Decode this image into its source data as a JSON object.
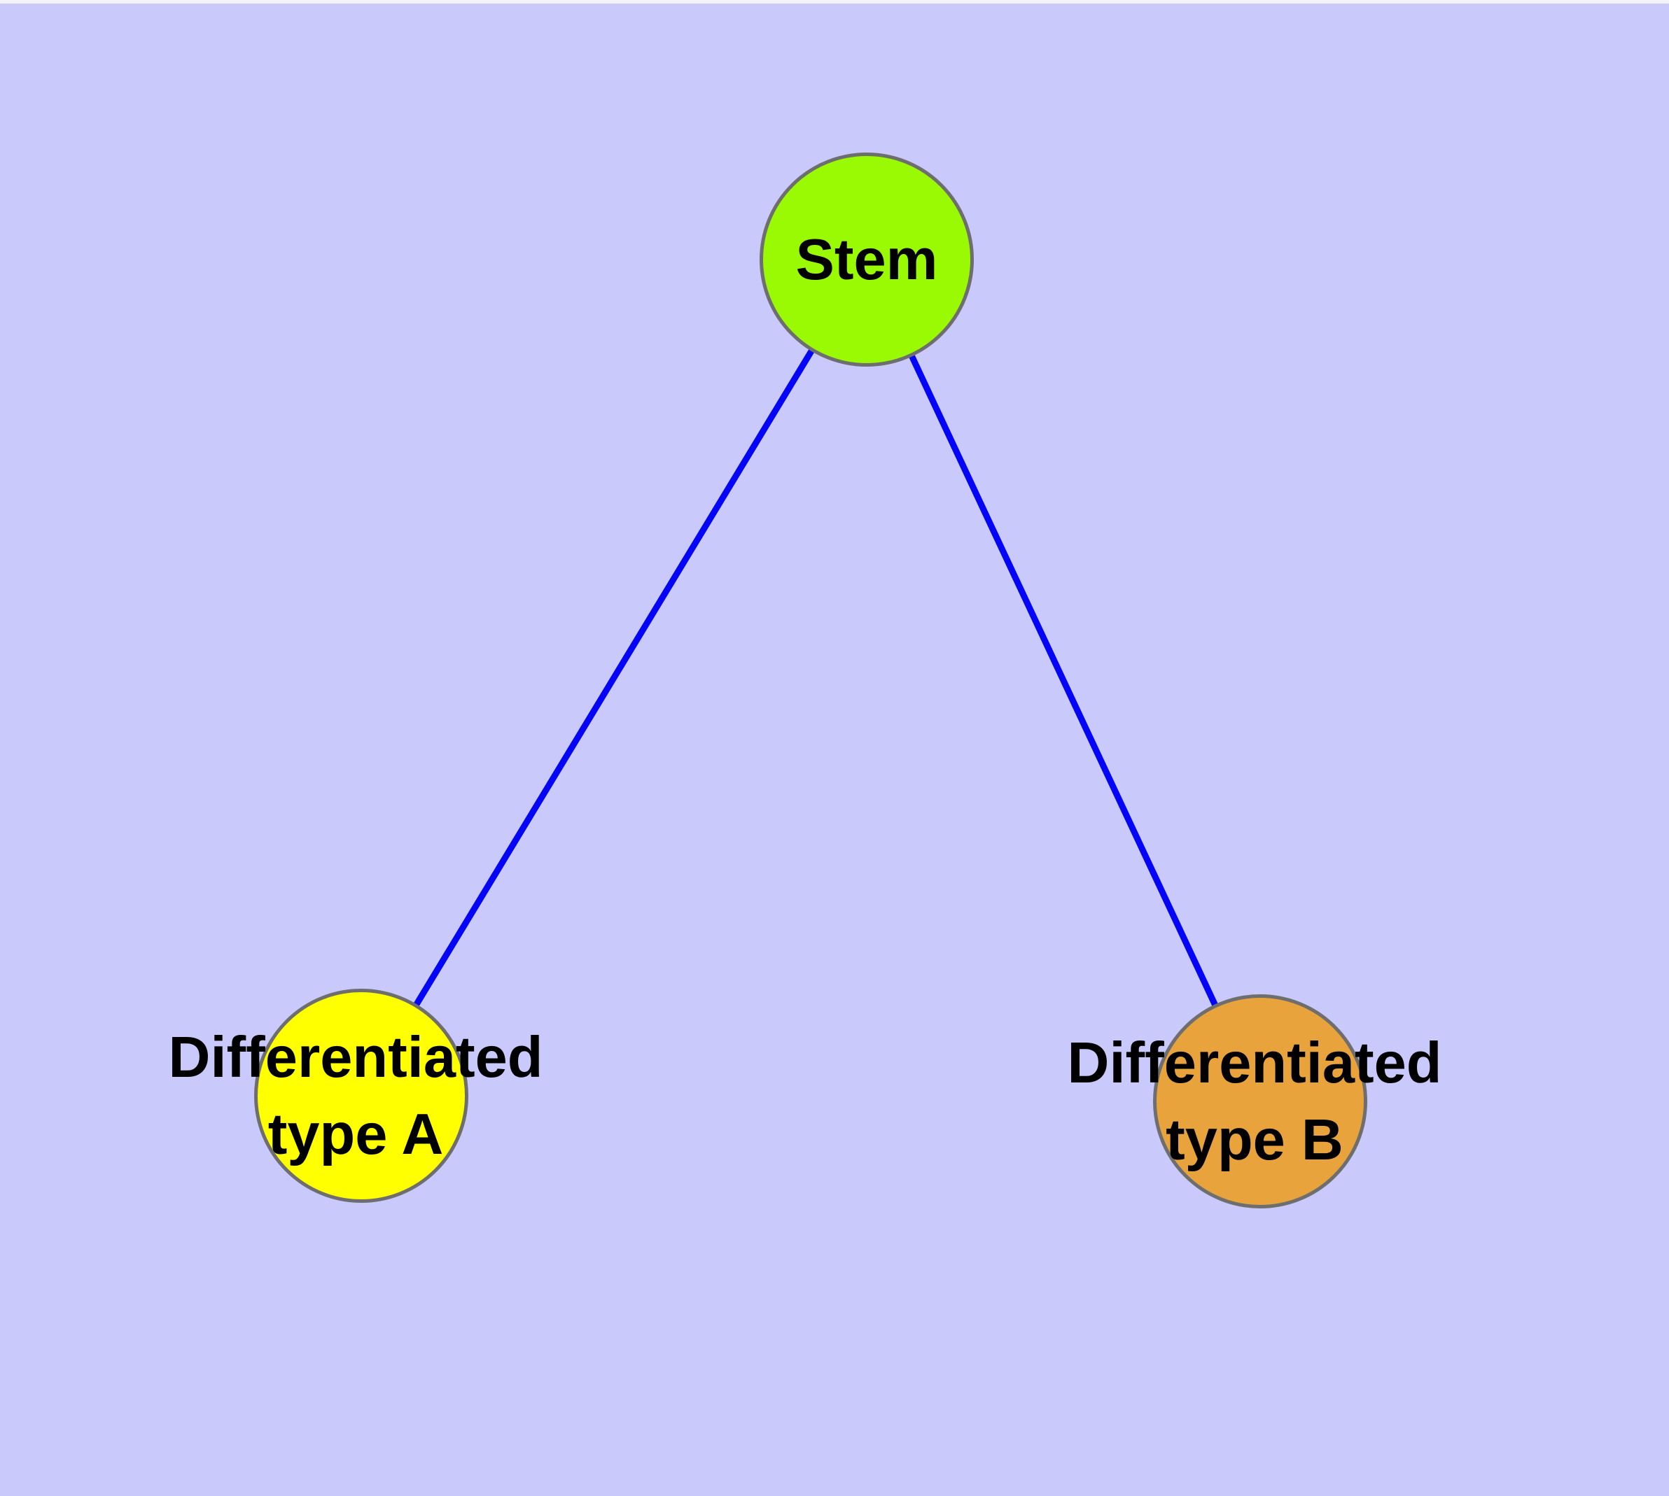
{
  "canvas": {
    "background": "#C9C9FB"
  },
  "diagram": {
    "type": "node-link-graph",
    "edge_color": "#0404F8",
    "node_border_color": "#6E6E6E",
    "label_color": "#000000",
    "nodes": [
      {
        "id": "stem",
        "label": "Stem",
        "fill": "#99FA04"
      },
      {
        "id": "differentiated-a",
        "label": "Differentiated\ntype A",
        "fill": "#FFFF00"
      },
      {
        "id": "differentiated-b",
        "label": "Differentiated\ntype B",
        "fill": "#E8A33D"
      }
    ],
    "edges": [
      {
        "from": "stem",
        "to": "differentiated-a"
      },
      {
        "from": "stem",
        "to": "differentiated-b"
      }
    ]
  }
}
